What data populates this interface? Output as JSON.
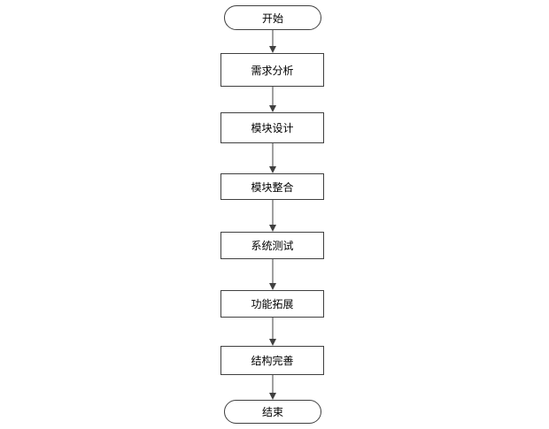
{
  "flowchart": {
    "start": "开始",
    "steps": [
      "需求分析",
      "模块设计",
      "模块整合",
      "系统测试",
      "功能拓展",
      "结构完善"
    ],
    "end": "结束"
  }
}
